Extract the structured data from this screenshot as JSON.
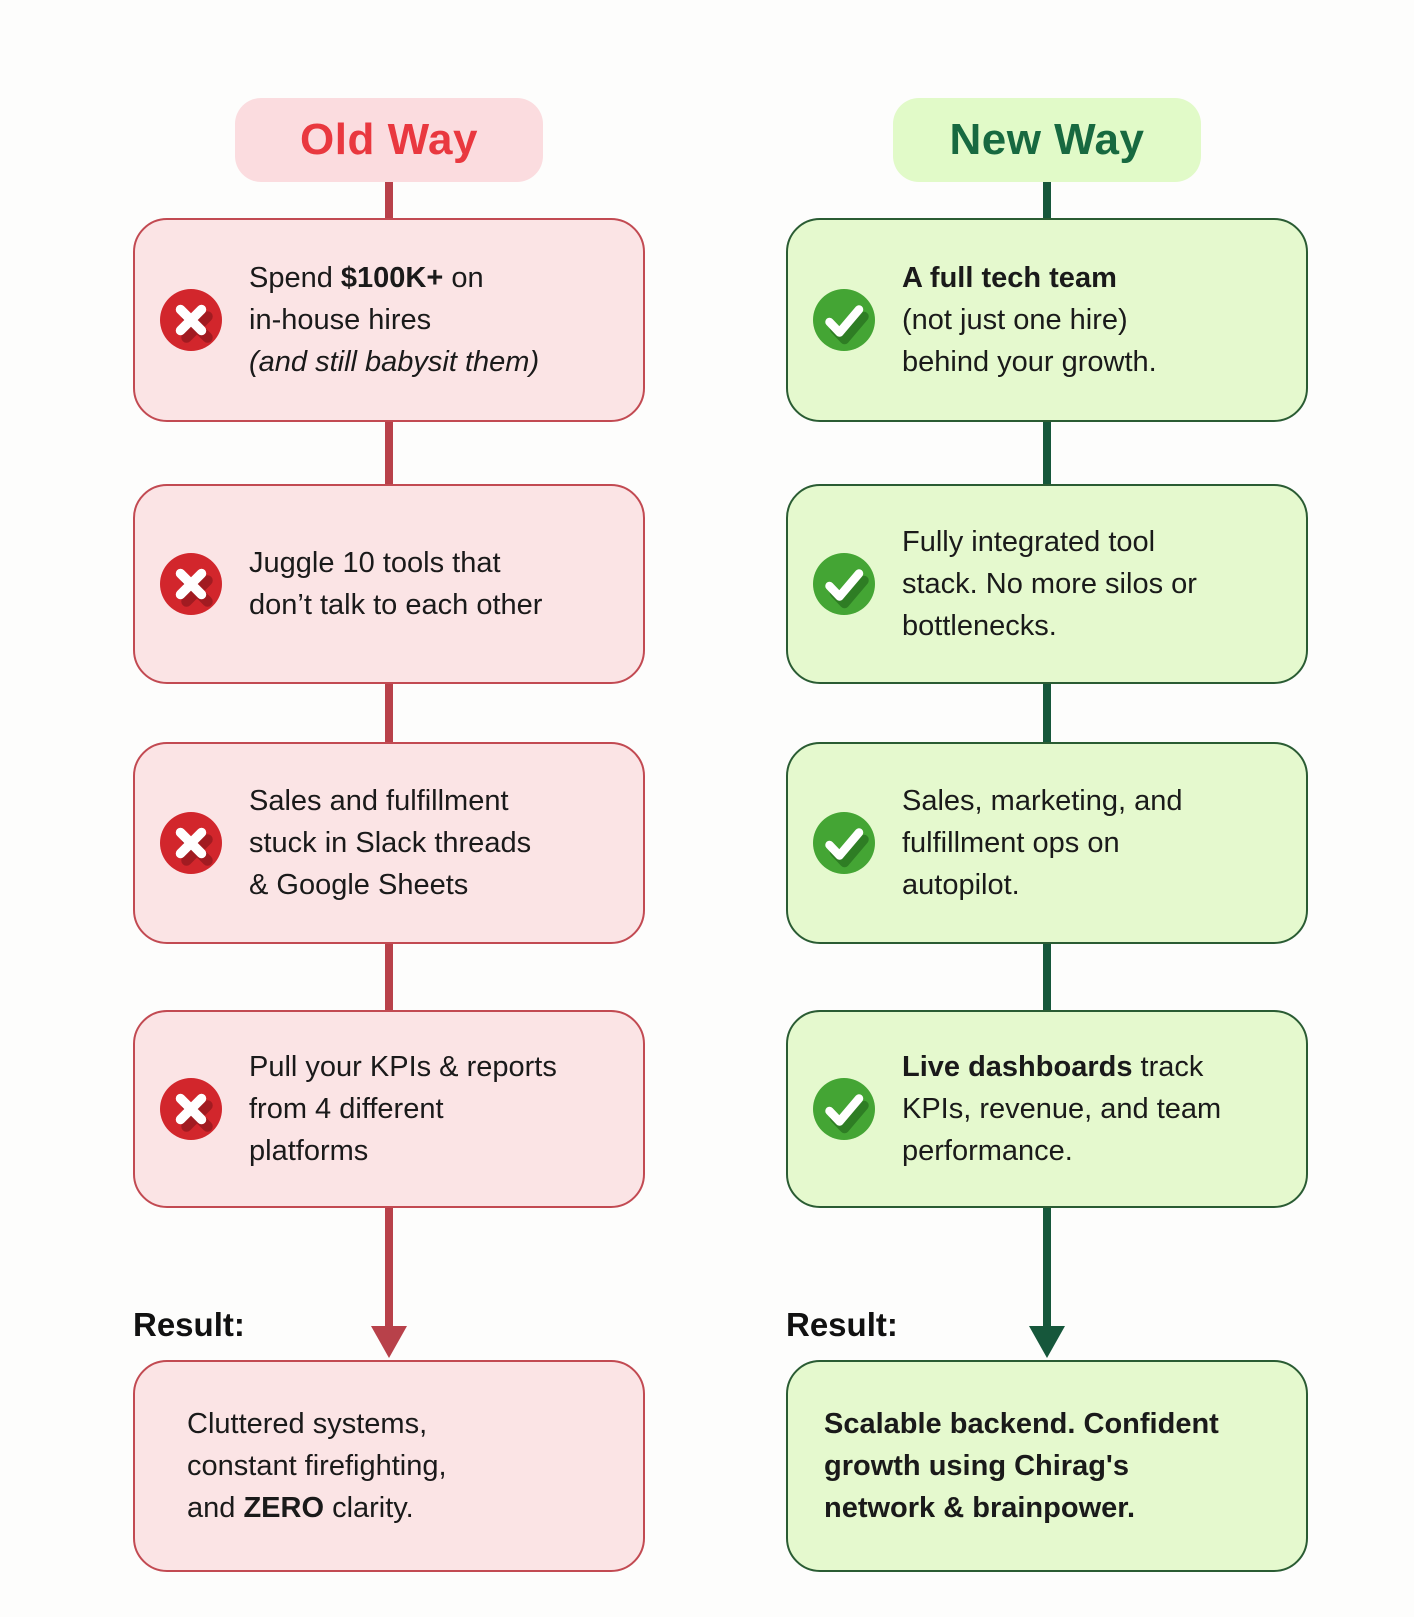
{
  "colors": {
    "background": "#FDFDFC",
    "text": "#1A1A1A",
    "old-title": "#E9383F",
    "old-pill-bg": "#FBDCDF",
    "old-box-bg": "#FBE4E5",
    "old-box-border": "#C24A52",
    "old-line": "#B8414A",
    "old-icon": "#D2262C",
    "old-icon-shadow": "#A11B21",
    "new-title": "#176940",
    "new-pill-bg": "#E1FAC8",
    "new-box-bg": "#E5F9CE",
    "new-box-border": "#2A5C33",
    "new-line": "#16573B",
    "new-icon": "#44A534",
    "new-icon-shadow": "#2E7D24"
  },
  "old_way": {
    "title": "Old Way",
    "icon": "cross-icon",
    "steps": [
      {
        "lines": [
          [
            {
              "text": "Spend "
            },
            {
              "text": "$100K+",
              "style": "bold"
            },
            {
              "text": " on"
            }
          ],
          [
            {
              "text": "in-house hires"
            }
          ],
          [
            {
              "text": "(and still babysit them)",
              "style": "italic"
            }
          ]
        ]
      },
      {
        "lines": [
          [
            {
              "text": "Juggle 10 tools that"
            }
          ],
          [
            {
              "text": "don’t talk to each other"
            }
          ]
        ]
      },
      {
        "lines": [
          [
            {
              "text": "Sales and fulfillment"
            }
          ],
          [
            {
              "text": "stuck in Slack threads"
            }
          ],
          [
            {
              "text": "& Google Sheets"
            }
          ]
        ]
      },
      {
        "lines": [
          [
            {
              "text": "Pull your KPIs & reports"
            }
          ],
          [
            {
              "text": "from 4 different"
            }
          ],
          [
            {
              "text": "platforms"
            }
          ]
        ]
      }
    ],
    "result_label": "Result:",
    "result": {
      "lines": [
        [
          {
            "text": "Cluttered systems,"
          }
        ],
        [
          {
            "text": "constant firefighting,"
          }
        ],
        [
          {
            "text": "and "
          },
          {
            "text": "ZERO",
            "style": "bold"
          },
          {
            "text": " clarity."
          }
        ]
      ]
    }
  },
  "new_way": {
    "title": "New Way",
    "icon": "check-icon",
    "steps": [
      {
        "lines": [
          [
            {
              "text": "A full tech team",
              "style": "bold"
            }
          ],
          [
            {
              "text": "(not just one hire)"
            }
          ],
          [
            {
              "text": "behind your growth."
            }
          ]
        ]
      },
      {
        "lines": [
          [
            {
              "text": "Fully integrated tool"
            }
          ],
          [
            {
              "text": "stack. No more silos or"
            }
          ],
          [
            {
              "text": "bottlenecks."
            }
          ]
        ]
      },
      {
        "lines": [
          [
            {
              "text": "Sales, marketing, and"
            }
          ],
          [
            {
              "text": "fulfillment ops on"
            }
          ],
          [
            {
              "text": "autopilot."
            }
          ]
        ]
      },
      {
        "lines": [
          [
            {
              "text": "Live dashboards",
              "style": "bold"
            },
            {
              "text": " track"
            }
          ],
          [
            {
              "text": "KPIs, revenue, and team"
            }
          ],
          [
            {
              "text": "performance."
            }
          ]
        ]
      }
    ],
    "result_label": "Result:",
    "result": {
      "lines": [
        [
          {
            "text": "Scalable backend. Confident",
            "style": "bold"
          }
        ],
        [
          {
            "text": "growth using Chirag's",
            "style": "bold"
          }
        ],
        [
          {
            "text": "network & brainpower.",
            "style": "bold"
          }
        ]
      ]
    }
  }
}
